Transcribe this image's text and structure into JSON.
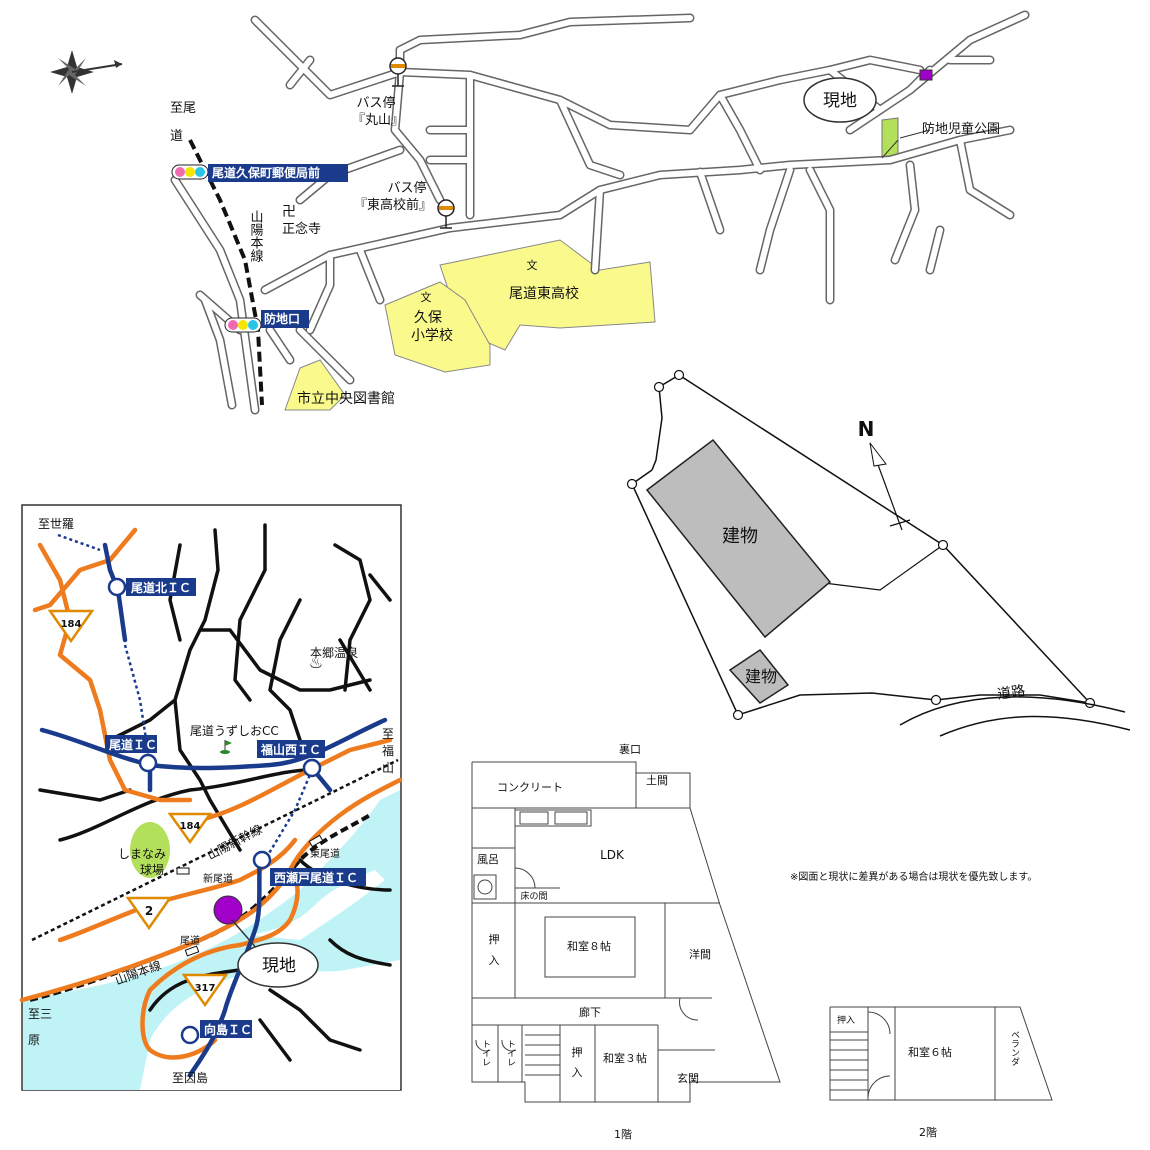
{
  "local_map": {
    "current_site": "現地",
    "bus_stop_maruyama": {
      "line1": "バス停",
      "line2": "『丸山』"
    },
    "bus_stop_higashi": {
      "line1": "バス停",
      "line2": "『東高校前』"
    },
    "signal_post_office": "尾道久保町郵便局前",
    "signal_bochiguchi": "防地口",
    "to_onomichi_line1": "至尾",
    "to_onomichi_line2": "道",
    "sanyo_main_line": "山陽本線",
    "temple_symbol": "卍",
    "temple_name": "正念寺",
    "school_symbol": "文",
    "higashi_high_school": "尾道東高校",
    "kubo_school_line1": "久保",
    "kubo_school_line2": "小学校",
    "library": "市立中央図書館",
    "park": "防地児童公園"
  },
  "site_plan": {
    "building_main": "建物",
    "building_small": "建物",
    "road": "道路",
    "north": "N"
  },
  "area_map": {
    "to_sera": "至世羅",
    "onomichi_kita_ic": "尾道北ＩＣ",
    "route_184_a": "184",
    "route_184_b": "184",
    "route_2": "2",
    "route_317": "317",
    "hongo_onsen": "本郷温泉",
    "golf_course": "尾道うずしおCC",
    "onomichi_ic": "尾道ＩＣ",
    "fukuyama_nishi_ic": "福山西ＩＣ",
    "to_fukuyama_line1": "至",
    "to_fukuyama_line2": "福",
    "to_fukuyama_line3": "山",
    "shinkansen": "山陽新幹線",
    "shimanami_line1": "しまなみ",
    "shimanami_line2": "球場",
    "higashi_onomichi": "東尾道",
    "shin_onomichi": "新尾道",
    "nishiseto_ic": "西瀬戸尾道ＩＣ",
    "onomichi_station": "尾道",
    "sanyo_main_line": "山陽本線",
    "current_site": "現地",
    "to_mihara_line1": "至三",
    "to_mihara_line2": "原",
    "mukaishima_ic": "向島ＩＣ",
    "to_innoshima": "至因島"
  },
  "floor1": {
    "back_door": "裏口",
    "concrete": "コンクリート",
    "doma": "土間",
    "ldk": "LDK",
    "bath": "風呂",
    "tokonoma": "床の間",
    "oshiire_line1": "押",
    "oshiire_line2": "入",
    "washitsu8": "和室８帖",
    "yoma": "洋間",
    "corridor": "廊下",
    "toilet1": "トイレ",
    "toilet2": "トイレ",
    "oshiire2_line1": "押",
    "oshiire2_line2": "入",
    "washitsu3": "和室３帖",
    "genkan": "玄関",
    "label": "1階"
  },
  "floor2": {
    "oshiire": "押入",
    "washitsu6": "和室６帖",
    "veranda": "ベランダ",
    "label": "2階"
  },
  "note": "※図面と現状に差異がある場合は現状を優先致します。",
  "colors": {
    "school_fill": "#fafa8c",
    "park_fill": "#b2e05a",
    "building_fill": "#bdbdbd",
    "sea_fill": "#bff3f6",
    "expressway": "#1a3b8c",
    "national_road": "#ee7b1e",
    "ic_label_bg": "#1a3b8c",
    "site_marker": "#a100c8"
  }
}
